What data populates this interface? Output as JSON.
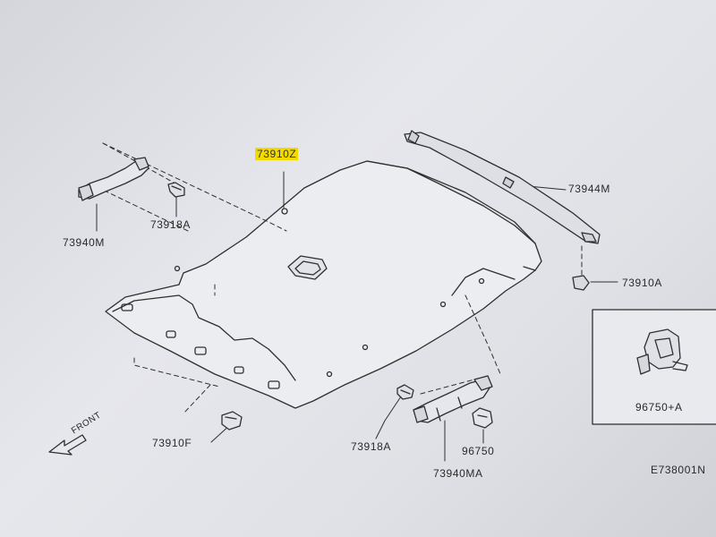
{
  "callouts": {
    "headlining": "73910Z",
    "grip_left": "73940M",
    "clip_left": "73918A",
    "drip_molding": "73944M",
    "clip_right": "73910A",
    "clip_front": "73910F",
    "clip_bottom": "73918A",
    "grip_bottom": "73940MA",
    "hook": "96750",
    "hook_alt": "96750+A"
  },
  "front_arrow_label": "FRONT",
  "diagram_code": "E738001N",
  "colors": {
    "line": "#2f2f2f",
    "highlight": "#f2d900",
    "background": "#e2e3e8"
  }
}
